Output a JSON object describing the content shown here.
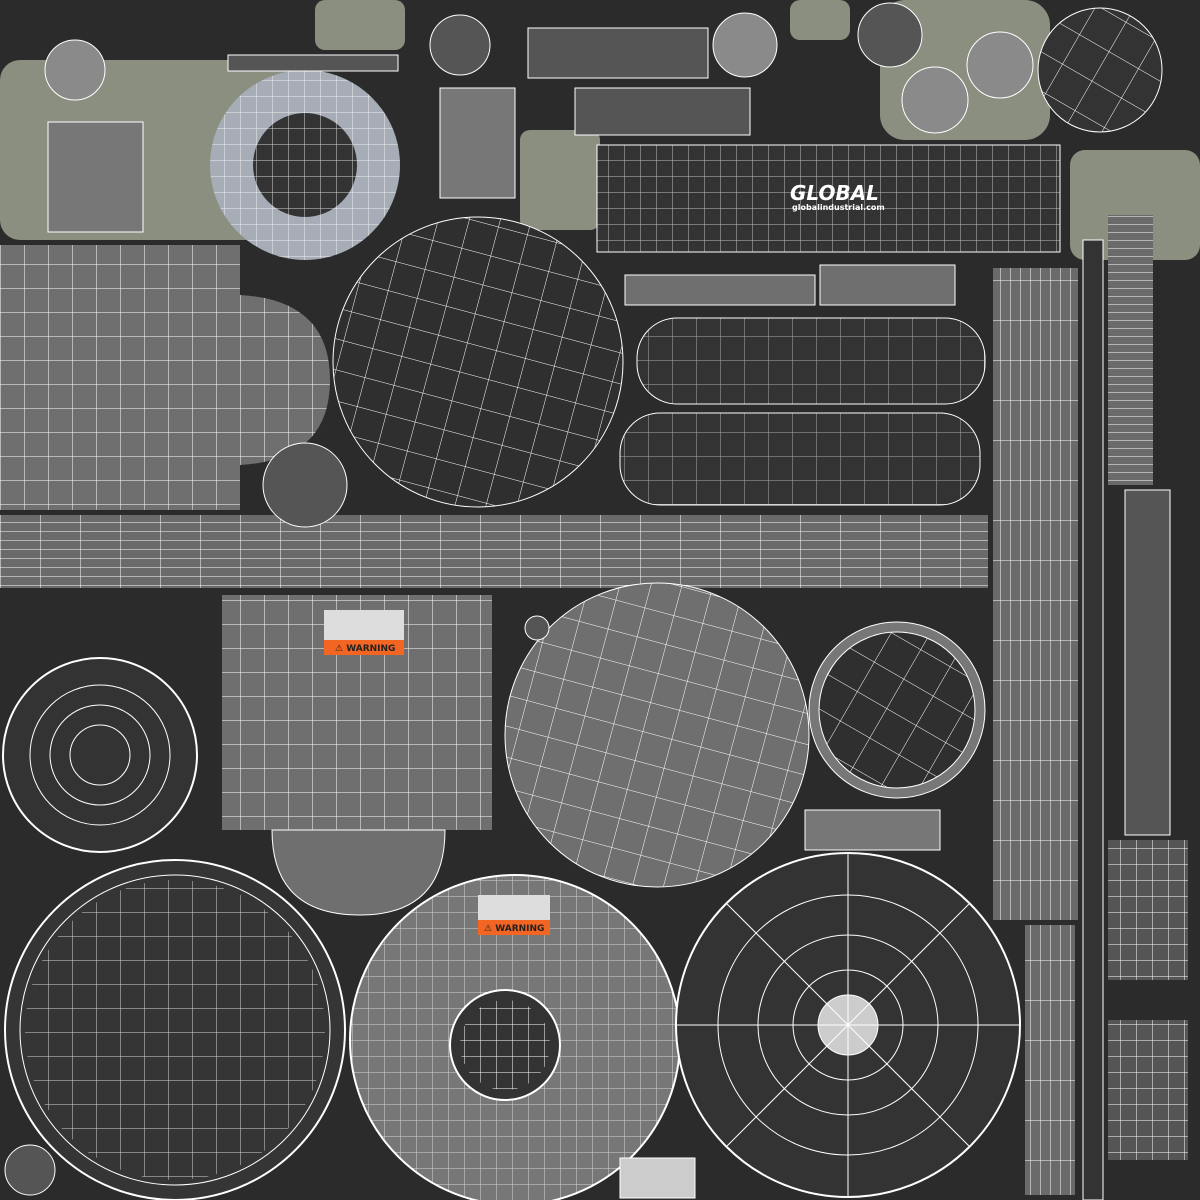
{
  "texture": {
    "colors": {
      "background": "#2b2b2b",
      "island_gray": "#6f6f6f",
      "island_dark": "#333333",
      "island_light": "#8a8a8a",
      "olive": "#8b8f80",
      "ring_blue": "#a6adb6",
      "wire": "#ffffff",
      "warning_orange": "#f26522"
    },
    "logo": {
      "brand": "GLOBAL",
      "url": "globalindustrial.com"
    },
    "warning_label_1": {
      "title": "⚠ WARNING"
    },
    "warning_label_2": {
      "title": "⚠ WARNING"
    }
  }
}
